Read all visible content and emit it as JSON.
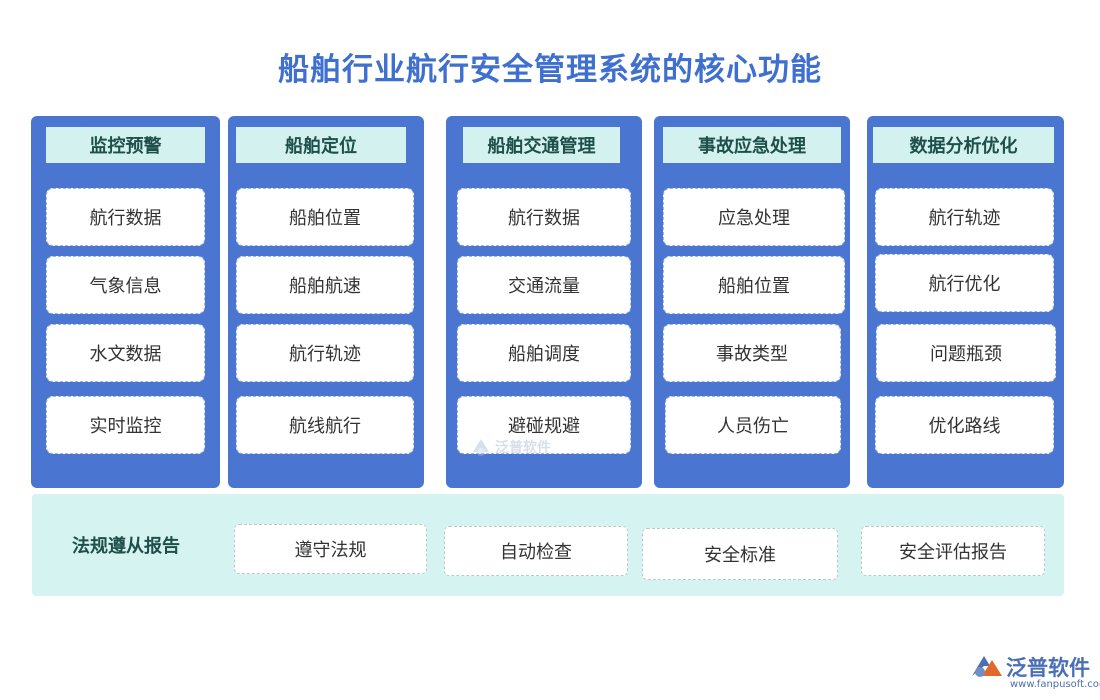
{
  "title": "船舶行业航行安全管理系统的核心功能",
  "columns": [
    {
      "header": "监控预警",
      "items": [
        "航行数据",
        "气象信息",
        "水文数据",
        "实时监控"
      ]
    },
    {
      "header": "船舶定位",
      "items": [
        "船舶位置",
        "船舶航速",
        "航行轨迹",
        "航线航行"
      ]
    },
    {
      "header": "船舶交通管理",
      "items": [
        "航行数据",
        "交通流量",
        "船舶调度",
        "避碰规避"
      ]
    },
    {
      "header": "事故应急处理",
      "items": [
        "应急处理",
        "船舶位置",
        "事故类型",
        "人员伤亡"
      ]
    },
    {
      "header": "数据分析优化",
      "items": [
        "航行轨迹",
        "航行优化",
        "问题瓶颈",
        "优化路线"
      ]
    }
  ],
  "bottom": {
    "label": "法规遵从报告",
    "items": [
      "遵守法规",
      "自动检查",
      "安全标准",
      "安全评估报告"
    ]
  },
  "watermark": {
    "text": "泛普软件"
  },
  "logo": {
    "text": "泛普软件",
    "url": "www.fanpusoft.com",
    "icon": "fanpu-logo-icon"
  },
  "colors": {
    "title": "#3f6fcf",
    "column_bg": "#4a76d2",
    "header_bg": "#d3f2ef",
    "bottom_bg": "#d5f3f0"
  }
}
